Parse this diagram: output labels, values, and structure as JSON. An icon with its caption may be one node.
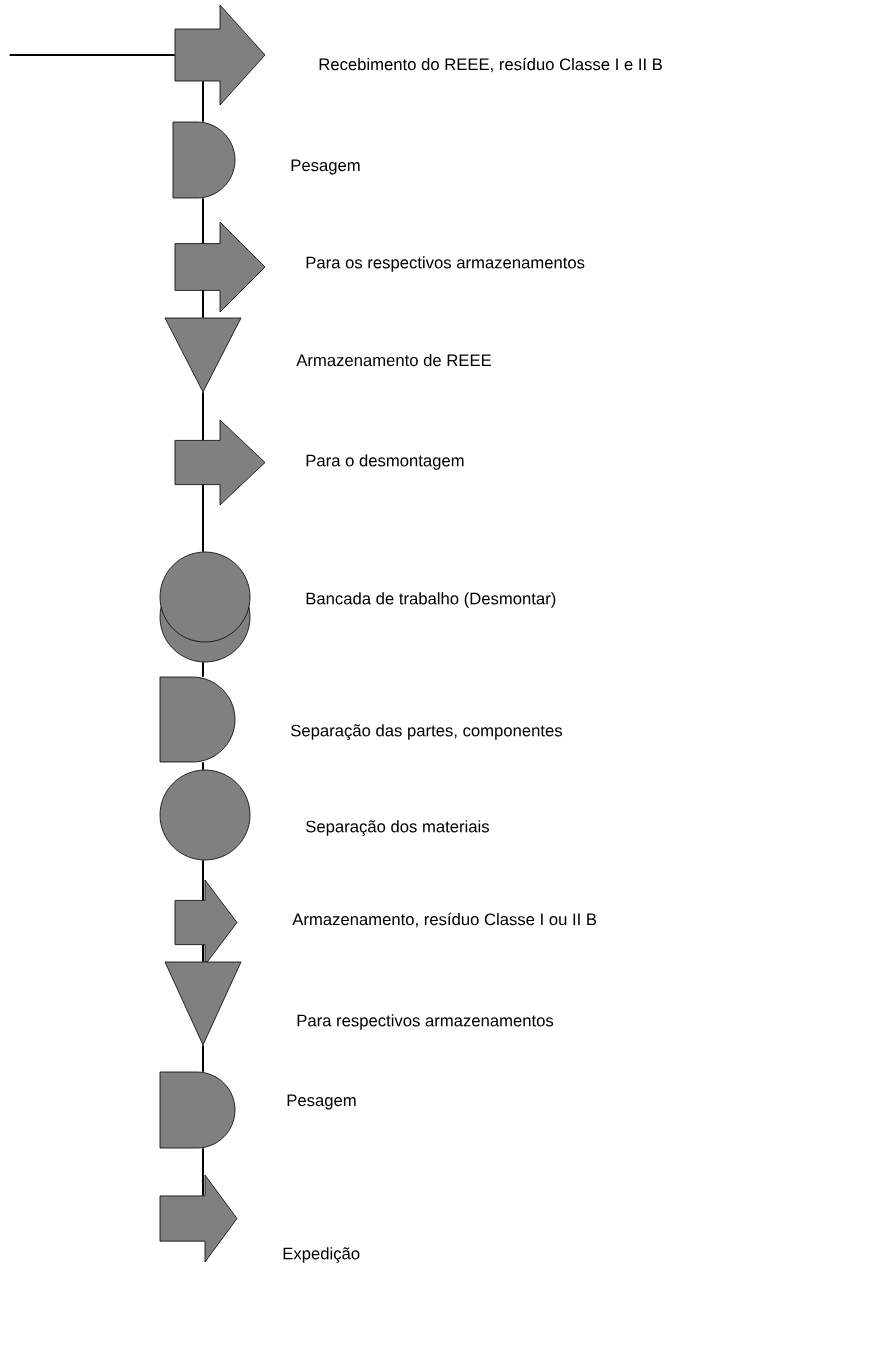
{
  "diagram": {
    "nodes": [
      {
        "text": [],
        "shape": "arrow",
        "beside": [
          "Recebimento do REEE, resíduo Classe I e II B"
        ]
      },
      {
        "text": [],
        "shape": "d-shape",
        "beside": [
          "Pesagem"
        ]
      },
      {
        "text": [],
        "shape": "arrow",
        "beside": [
          "Para os respectivos armazenamentos"
        ]
      },
      {
        "text": [],
        "shape": "triangle",
        "beside": [
          "Armazenamento de REEE"
        ]
      },
      {
        "text": [],
        "shape": "arrow",
        "beside": [
          "Para o desmontagem"
        ]
      },
      {
        "text": [],
        "shape": "double-circle",
        "beside": [
          "Bancada de trabalho (Desmontar)"
        ]
      },
      {
        "text": [],
        "shape": "d-shape",
        "beside": [
          "Separação das partes, componentes"
        ]
      },
      {
        "text": [],
        "shape": "circle",
        "beside": [
          "Separação dos materiais"
        ]
      },
      {
        "text": [],
        "shape": "arrow",
        "beside": [
          "Armazenamento, resíduo Classe I ou II B"
        ]
      },
      {
        "text": [],
        "shape": "triangle",
        "beside": [
          "Para respectivos armazenamentos"
        ]
      },
      {
        "text": [],
        "shape": "d-shape",
        "beside": [
          "Pesagem"
        ]
      },
      {
        "text": [],
        "shape": "arrow",
        "beside": [
          "Expedição"
        ]
      }
    ],
    "edges": [
      {
        "from": null,
        "to": 0,
        "arrow": "none"
      },
      {
        "from": 0,
        "to": 1,
        "arrow": "none"
      },
      {
        "from": 1,
        "to": 2,
        "arrow": "none"
      },
      {
        "from": 2,
        "to": 3,
        "arrow": "none"
      },
      {
        "from": 3,
        "to": 4,
        "arrow": "none"
      },
      {
        "from": 4,
        "to": 5,
        "arrow": "none"
      },
      {
        "from": 5,
        "to": 6,
        "arrow": "none"
      },
      {
        "from": 6,
        "to": 7,
        "arrow": "none"
      },
      {
        "from": 7,
        "to": 8,
        "arrow": "none"
      },
      {
        "from": 8,
        "to": 9,
        "arrow": "none"
      },
      {
        "from": 9,
        "to": 10,
        "arrow": "none"
      },
      {
        "from": 10,
        "to": 11,
        "arrow": "none"
      }
    ]
  }
}
